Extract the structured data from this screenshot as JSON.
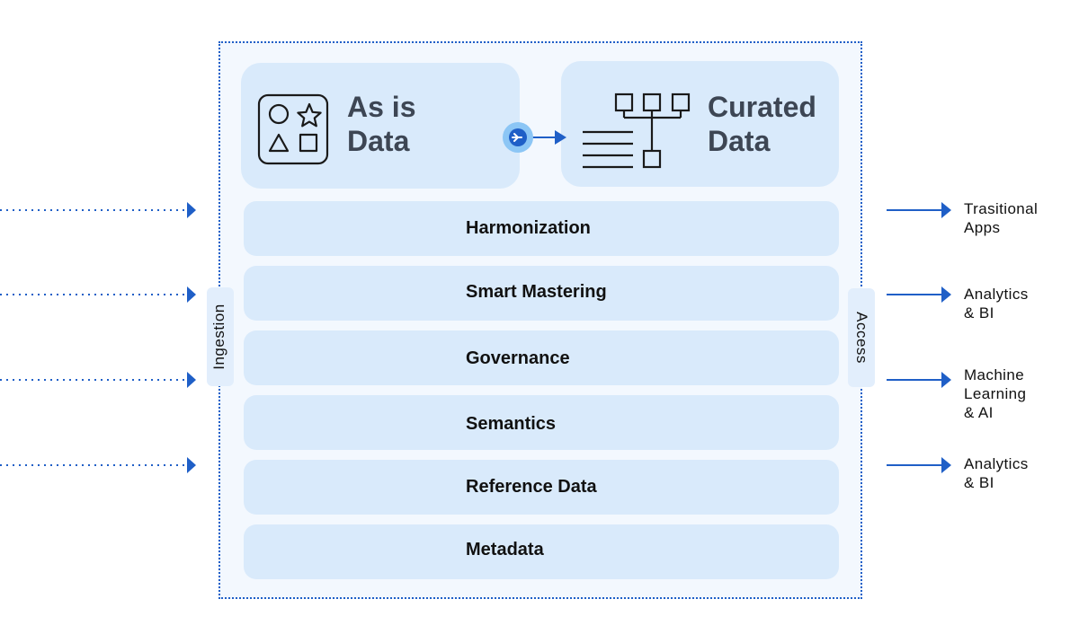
{
  "colors": {
    "accent": "#1f5fc7",
    "card": "#d9eafb",
    "frame_bg": "#f3f8fe",
    "title_text": "#3d4654"
  },
  "cards": {
    "as_is": {
      "title": "As is\nData",
      "icon": "shapes-icon"
    },
    "curated": {
      "title": "Curated\nData",
      "icon": "hierarchy-tree-icon"
    }
  },
  "connector_icon": "arrow-right-circle-icon",
  "layers": [
    {
      "label": "Harmonization"
    },
    {
      "label": "Smart Mastering"
    },
    {
      "label": "Governance"
    },
    {
      "label": "Semantics"
    },
    {
      "label": "Reference Data"
    },
    {
      "label": "Metadata"
    }
  ],
  "ingestion_label": "Ingestion",
  "access_label": "Access",
  "outputs": [
    {
      "label": "Trasitional\nApps"
    },
    {
      "label": "Analytics\n& BI"
    },
    {
      "label": "Machine\nLearning\n& AI"
    },
    {
      "label": "Analytics\n& BI"
    }
  ]
}
